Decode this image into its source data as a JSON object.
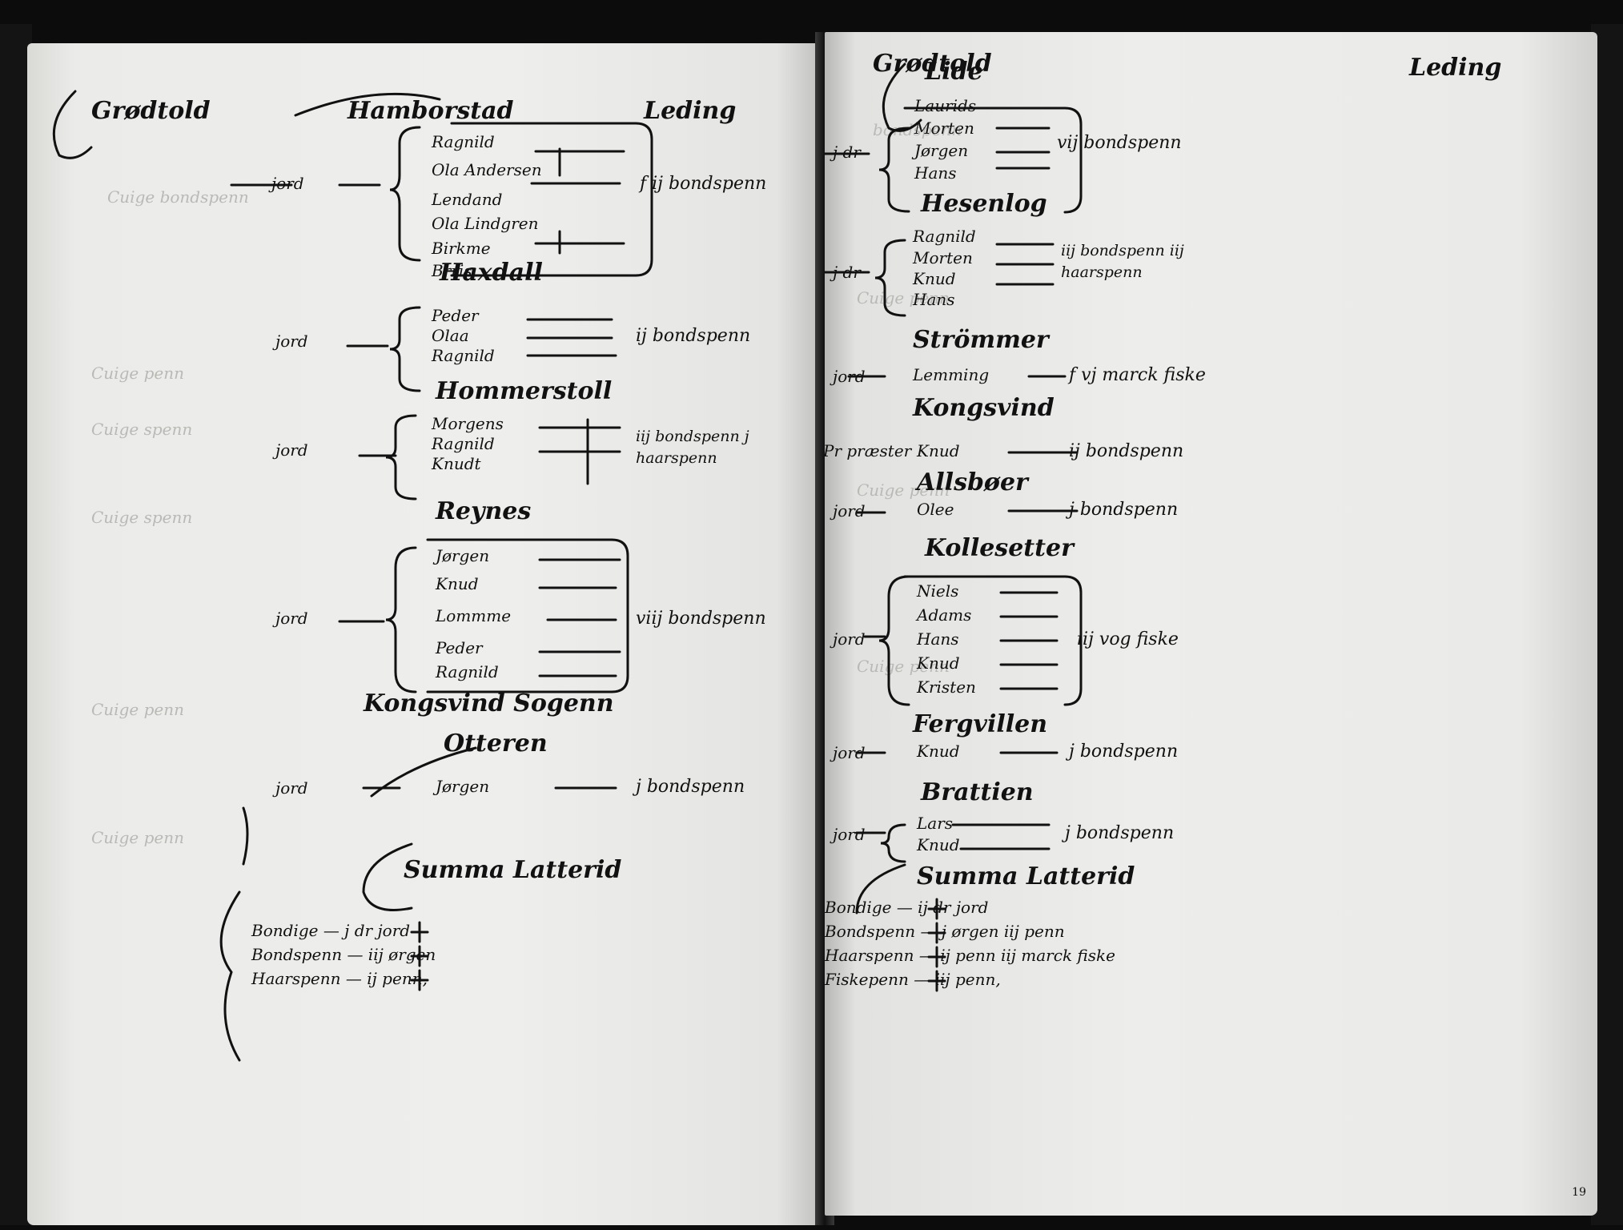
{
  "left_page": {
    "header": {
      "left": "Grødtold",
      "center": "Hamborstad",
      "right": "Leding"
    },
    "farms": [
      {
        "farm": "Hamborstad",
        "prefix": "jord",
        "names": [
          "Ragnild",
          "Ola Andersen",
          "Lendand",
          "Ola Lindgren",
          "Birkme",
          "Brris"
        ],
        "tax": "f ij bondspenn"
      },
      {
        "farm": "Haxdall",
        "prefix": "jord",
        "names": [
          "Peder",
          "Olaa",
          "Ragnild"
        ],
        "tax": "ij bondspenn"
      },
      {
        "farm": "Hommerstoll",
        "prefix": "jord",
        "names": [
          "Morgens",
          "Ragnild",
          "Knudt"
        ],
        "tax": "iij bondspenn j haarspenn"
      },
      {
        "farm": "Reynes",
        "prefix": "jord",
        "names": [
          "Jørgen",
          "Knud",
          "Lommme",
          "Peder",
          "Ragnild"
        ],
        "tax": "viij bondspenn"
      },
      {
        "farm": "Kongsvind Sogenn",
        "prefix": "",
        "names": [],
        "tax": ""
      },
      {
        "farm": "Otteren",
        "prefix": "jord",
        "names": [
          "Jørgen"
        ],
        "tax": "j bondspenn"
      }
    ],
    "summa": {
      "title": "Summa Latterid",
      "lines": [
        "Bondige — j dr jord",
        "Bondspenn — iij ørgen",
        "Haarspenn — ij penn,"
      ]
    }
  },
  "right_page": {
    "header": {
      "left": "Grødtold",
      "center": "Lide",
      "right": "Leding"
    },
    "farms": [
      {
        "farm": "Lide",
        "prefix": "j dr",
        "names": [
          "Laurids",
          "Morten",
          "Jørgen",
          "Hans"
        ],
        "tax": "vij bondspenn"
      },
      {
        "farm": "Hesenlog",
        "prefix": "j dr",
        "names": [
          "Ragnild",
          "Morten",
          "Knud",
          "Hans"
        ],
        "tax": "iij bondspenn iij haarspenn"
      },
      {
        "farm": "Strömmer",
        "prefix": "jord",
        "names": [
          "Lemming"
        ],
        "tax": "f vj marck fiske"
      },
      {
        "farm": "Kongsvind",
        "prefix": "Pr præster",
        "names": [
          "Knud"
        ],
        "tax": "ij bondspenn"
      },
      {
        "farm": "Allsbøer",
        "prefix": "jord",
        "names": [
          "Olee"
        ],
        "tax": "j bondspenn"
      },
      {
        "farm": "Kollesetter",
        "prefix": "jord",
        "names": [
          "Niels",
          "Adams",
          "Hans",
          "Knud",
          "Kristen"
        ],
        "tax": "iij vog fiske"
      },
      {
        "farm": "Fergvillen",
        "prefix": "jord",
        "names": [
          "Knud"
        ],
        "tax": "j bondspenn"
      },
      {
        "farm": "Brattien",
        "prefix": "jord",
        "names": [
          "Lars",
          "Knud"
        ],
        "tax": "j bondspenn"
      }
    ],
    "summa": {
      "title": "Summa Latterid",
      "lines": [
        "Bondige — ij dr jord",
        "Bondspenn — j ørgen iij penn",
        "Haarspenn — ij penn iij marck fiske",
        "Fiskepenn — iij penn,"
      ]
    }
  },
  "folio_number": "19"
}
